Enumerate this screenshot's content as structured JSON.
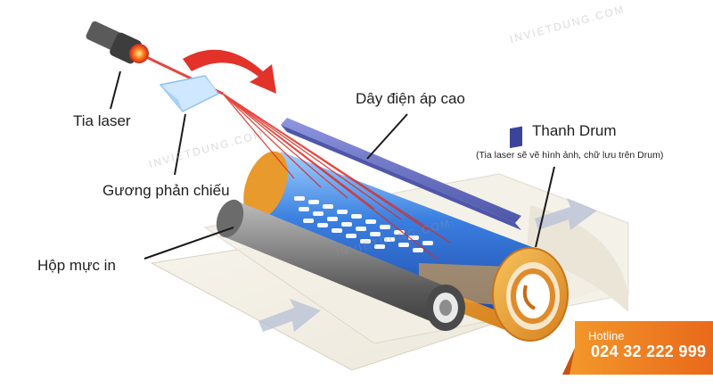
{
  "labels": {
    "laser": "Tia laser",
    "mirror": "Gương phản chiếu",
    "toner": "Hộp mực in",
    "wire": "Dây điện áp cao",
    "drum": "Thanh Drum",
    "drum_note": "(Tia laser sẽ vẽ hình ảnh, chữ lưu trên Drum)"
  },
  "hotline": {
    "title": "Hotline",
    "phone": "024 32 222 999"
  },
  "watermark": "INVIETDUNG.COM",
  "colors": {
    "laser_red": "#e0281e",
    "drum_orange": "#e89a2c",
    "drum_blue": "#2f6fd6",
    "toner_gray": "#7b7b7b",
    "wire_blue": "#6a73c9",
    "hotline_orange": "#ef7d1a"
  }
}
